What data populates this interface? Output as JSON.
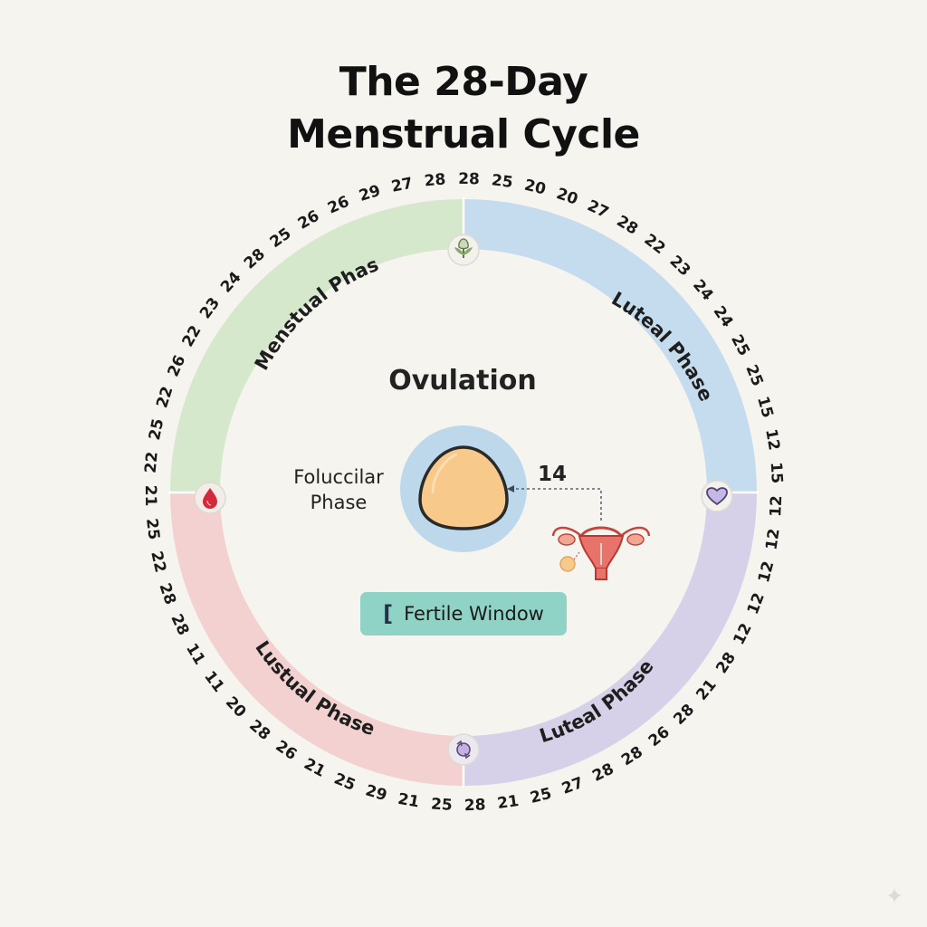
{
  "title": {
    "line1": "The 28-Day",
    "line2": "Menstrual Cycle"
  },
  "colors": {
    "background": "#f6f4ef",
    "menstrual": "#d6e8cc",
    "luteal_top": "#c4dcee",
    "lustual": "#f3d1d1",
    "luteal_bottom": "#d6d0e8",
    "egg_halo": "#bcd8ea",
    "egg": "#f7c98a",
    "fertile_window": "#8fd2c6"
  },
  "phases": {
    "menstrual": {
      "label": "Menstual Phase",
      "icon": "flower-icon"
    },
    "luteal_top": {
      "label": "Luteal Phase",
      "icon": "heart-icon"
    },
    "lustual": {
      "label": "Lustual Phase",
      "icon": "blood-drop-icon"
    },
    "luteal_bottom": {
      "label": "Luteal Phase",
      "icon": "cycle-arrows-icon"
    }
  },
  "center": {
    "ovulation": "Ovulation",
    "follicular_line1": "Foluccilar",
    "follicular_line2": "Phase",
    "ovulation_day": "14",
    "egg_icon": "egg-icon",
    "uterus_icon": "uterus-icon"
  },
  "fertile_window": {
    "label": "Fertile Window",
    "bracket": "["
  },
  "ring_numbers": [
    "28",
    "25",
    "20",
    "20",
    "27",
    "28",
    "22",
    "23",
    "24",
    "24",
    "25",
    "25",
    "15",
    "12",
    "15",
    "12",
    "12",
    "12",
    "12",
    "12",
    "28",
    "21",
    "28",
    "26",
    "28",
    "28",
    "27",
    "25",
    "21",
    "28",
    "25",
    "21",
    "29",
    "25",
    "21",
    "26",
    "28",
    "20",
    "11",
    "11",
    "28",
    "28",
    "22",
    "25",
    "21",
    "22",
    "25",
    "22",
    "26",
    "22",
    "23",
    "24",
    "28",
    "25",
    "26",
    "26",
    "29",
    "27",
    "28"
  ]
}
